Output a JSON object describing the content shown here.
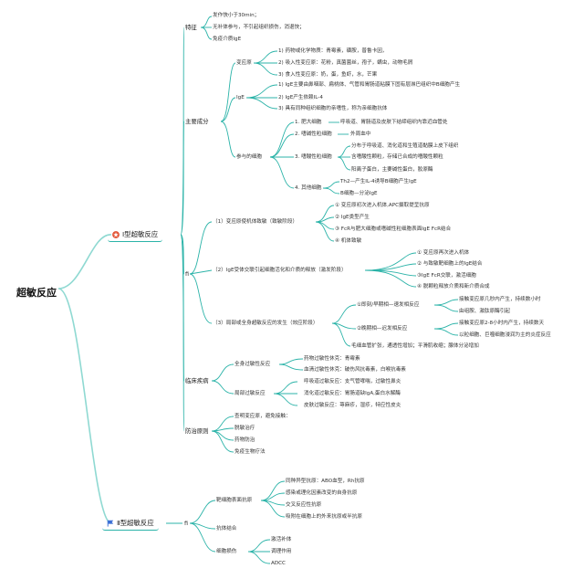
{
  "root": "超敏反应",
  "colors": {
    "teal": "#2bb3a8",
    "teal_light": "#8fd9d2",
    "blue": "#3b6fd6",
    "orange_red": "#e2583a"
  },
  "branches": {
    "type1": {
      "title": "Ⅰ型超敏反应",
      "icon": "star-circle-icon",
      "features": {
        "label": "特征",
        "items": [
          "发作快小于30min；",
          "无补体参与，不引起组织损伤，消退快；",
          "免疫介质IgE"
        ]
      },
      "components": {
        "label": "主要成分",
        "allergen": {
          "label": "变应原",
          "items": [
            "1) 药物或化学物质：青霉素，磺胺，普鲁卡因，",
            "2) 吸入性变应原：花粉，真菌菌丝，孢子，螨虫，动物毛屑",
            "3) 食入性变应原：奶，蛋，鱼虾，水，芒果"
          ]
        },
        "ige": {
          "label": "IgE",
          "items": [
            "1) IgE主要由鼻咽部、扁桃体、气管和胃肠道粘膜下固有层淋巴组织中B细胞产生",
            "2) IgE产生依赖IL-4",
            "3) 具有同种组织细胞的亲嗜性，称为亲细胞抗体"
          ]
        },
        "cells": {
          "label": "参与的细胞",
          "mast": {
            "label": "1. 肥大细胞",
            "desc": "呼吸道、胃肠道及皮肤下结缔组织内靠近血管处"
          },
          "basophil": {
            "label": "2. 嗜碱性粒细胞",
            "desc": "外周血中"
          },
          "eosinophil": {
            "label": "3. 嗜酸性粒细胞",
            "items": [
              "分布于呼吸道、消化道和生殖道黏膜上皮下组织",
              "含嗜酸性颗粒，存储已合成的嗜酸性颗粒",
              "阳离子蛋白，主要碱性蛋白，胶原酶"
            ]
          },
          "others": {
            "label": "4. 其他细胞",
            "items": [
              "Th2—产生IL-4诱导B细胞产生IgE",
              "B细胞—分泌IgE"
            ]
          }
        }
      },
      "mechanism": {
        "label": "fi",
        "stage1": {
          "label": "（1）变应原使机体致敏（致敏阶段）",
          "items": [
            "① 变应原初次进入机体,APC摄取提呈抗原",
            "② IgE类型产生",
            "③ FcR与肥大细胞或嗜碱性粒细胞表面IgE FcR结合",
            "④ 机体致敏"
          ]
        },
        "stage2": {
          "label": "（2）IgE受体交联引起细胞活化和介质的释放（激发阶段）",
          "items": [
            "① 变应原再次进入机体",
            "② 与致敏靶细胞上的IgE结合",
            "③IgE FcR交联，激活细胞",
            "④ 脱颗粒释放介质和新介质合成"
          ]
        },
        "stage3": {
          "label": "（3）局部或全身超敏反应的发生（效应阶段）",
          "early": {
            "label": "①即刻/早期相—速发相反应",
            "items": [
              "接触变应原几秒内产生，持续数小时",
              "由组胺、激肽原酶引起"
            ]
          },
          "late": {
            "label": "②晚期相—迟发相反应",
            "items": [
              "接触变应原2-8小时内产生，持续数天",
              "以粒细胞、巨噬细胞浸润为主的炎症反应"
            ]
          },
          "note": "毛细血管扩张，通透性增加；平滑肌收缩；腺体分泌增加"
        }
      },
      "clinical": {
        "label": "临床疾病",
        "systemic": {
          "label": "全身过敏性反应",
          "items": [
            "药物过敏性休克：青霉素",
            "血清过敏性休克：破伤风抗毒素，白喉抗毒素"
          ]
        },
        "local": {
          "label": "局部过敏反应",
          "items": [
            "呼吸道过敏反应：支气管哮喘，过敏性鼻炎",
            "消化道过敏反应：胃肠道缺IgA,蛋白水解酶",
            "皮肤过敏反应：荨麻疹，湿疹，特应性皮炎"
          ]
        }
      },
      "prevention": {
        "label": "防治原则",
        "items": [
          "查明变应原，避免接触：",
          "脱敏治疗",
          "药物防治",
          "免疫生物疗法"
        ]
      }
    },
    "type2": {
      "title": "Ⅱ型超敏反应",
      "icon": "flag-icon",
      "mechanism": {
        "label": "fi",
        "antigen": {
          "label": "靶细胞表面抗原",
          "items": [
            "同种异型抗原：ABO血型，Rh抗原",
            "感染或理化因素改变的自身抗原",
            "交叉反应性抗原",
            "吸附在细胞上的外来抗原或半抗原"
          ]
        },
        "antibody": {
          "label": "抗体结合"
        },
        "damage": {
          "label": "细胞损伤",
          "items": [
            "激活补体",
            "调理作用",
            "ADCC"
          ]
        }
      }
    }
  }
}
